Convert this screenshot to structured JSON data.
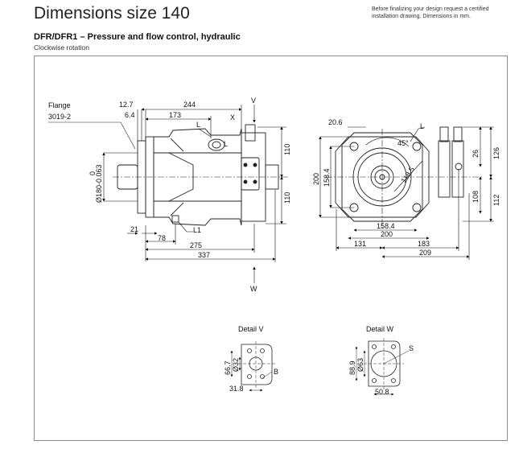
{
  "header": {
    "title": "Dimensions size 140",
    "note_line1": "Before finalizing your design request a certified",
    "note_line2": "installation drawing. Dimensions in mm.",
    "subtitle": "DFR/DFR1 – Pressure and flow control, hydraulic",
    "rotation": "Clockwise rotation"
  },
  "side_view": {
    "flange_label_1": "Flange",
    "flange_label_2": "3019-2",
    "dims": {
      "d12_7": "12.7",
      "d6_4": "6.4",
      "d244": "244",
      "d173": "173",
      "d110_top": "110",
      "d110_bottom": "110",
      "shaft_dia_tol_top": "0",
      "shaft_dia": "Ø180-0.063",
      "d21": "21",
      "d78": "78",
      "d275": "275",
      "d337": "337"
    },
    "ports": {
      "L": "L",
      "L_2": "L",
      "X": "X",
      "V": "V",
      "L1": "L1",
      "W": "W"
    }
  },
  "front_view": {
    "dims": {
      "d20_6": "20.6",
      "d45deg": "45°",
      "d118_5": "118.5",
      "d200_v": "200",
      "d158_4_v": "158.4",
      "d26": "26",
      "d126": "126",
      "d108": "108",
      "d112": "112",
      "d158_4_h": "158.4",
      "d200_h": "200",
      "d131": "131",
      "d183": "183",
      "d209": "209"
    },
    "ports": {
      "L": "L"
    }
  },
  "detail_v": {
    "title": "Detail V",
    "d66_7": "66.7",
    "d32": "Ø32",
    "d31_8": "31.8",
    "port": "B"
  },
  "detail_w": {
    "title": "Detail W",
    "d88_9": "88.9",
    "d63": "Ø63",
    "d50_8": "50.8",
    "port": "S"
  }
}
